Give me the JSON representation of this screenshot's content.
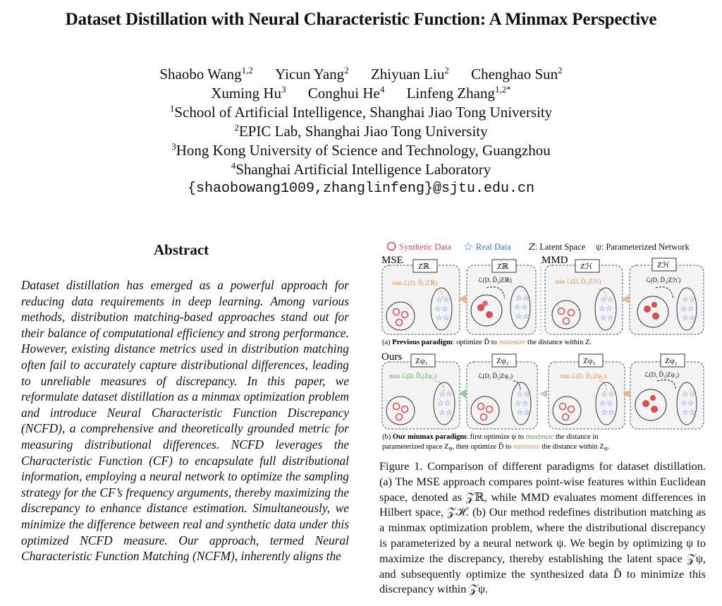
{
  "paper": {
    "title": "Dataset Distillation with Neural Characteristic Function: A Minmax Perspective",
    "authors_line1": [
      {
        "name": "Shaobo Wang",
        "sup": "1,2"
      },
      {
        "name": "Yicun Yang",
        "sup": "2"
      },
      {
        "name": "Zhiyuan Liu",
        "sup": "2"
      },
      {
        "name": "Chenghao Sun",
        "sup": "2"
      }
    ],
    "authors_line2": [
      {
        "name": "Xuming Hu",
        "sup": "3"
      },
      {
        "name": "Conghui He",
        "sup": "4"
      },
      {
        "name": "Linfeng Zhang",
        "sup": "1,2*"
      }
    ],
    "affiliations": [
      {
        "sup": "1",
        "text": "School of Artificial Intelligence, Shanghai Jiao Tong University"
      },
      {
        "sup": "2",
        "text": "EPIC Lab, Shanghai Jiao Tong University"
      },
      {
        "sup": "3",
        "text": "Hong Kong University of Science and Technology, Guangzhou"
      },
      {
        "sup": "4",
        "text": "Shanghai Artificial Intelligence Laboratory"
      }
    ],
    "email": "{shaobowang1009,zhanglinfeng}@sjtu.edu.cn"
  },
  "abstract": {
    "heading": "Abstract",
    "text": "Dataset distillation has emerged as a powerful approach for reducing data requirements in deep learning. Among various methods, distribution matching-based approaches stand out for their balance of computational efficiency and strong performance. However, existing distance metrics used in distribution matching often fail to accurately capture distributional differences, leading to unreliable measures of discrepancy. In this paper, we reformulate dataset distillation as a minmax optimization problem and introduce Neural Characteristic Function Discrepancy (NCFD), a comprehensive and theoretically grounded metric for measuring distributional differences. NCFD leverages the Characteristic Function (CF) to encapsulate full distributional information, employing a neural network to optimize the sampling strategy for the CF’s frequency arguments, thereby maximizing the discrepancy to enhance distance estimation. Simultaneously, we minimize the difference between real and synthetic data under this optimized NCFD measure. Our approach, termed Neural Characteristic Function Matching (NCFM), inherently aligns the"
  },
  "figure": {
    "legend": {
      "synthetic": "Synthetic Data",
      "real": "Real Data",
      "latent": "𝑍: Latent Space",
      "param": "ψ: Parameterized Network"
    },
    "rows": {
      "mse": "MSE",
      "mmd": "MMD",
      "ours": "Ours"
    },
    "captions": {
      "a_prefix": "(a) ",
      "a_bold": "Previous paradigm",
      "a_rest1": ": optimize D̃ to ",
      "a_minimize": "minimize",
      "a_rest2": " the distance within Z.",
      "b_prefix": "(b) ",
      "b_bold": "Our minmax paradigm",
      "b_rest1": ": first optimize ψ to ",
      "b_maximize": "maximize",
      "b_rest2": " the distance in",
      "b_line2_1": "parameterized space Z",
      "b_line2_2": ", then optimize D̃ to ",
      "b_minimize": "minimize",
      "b_line2_3": " the distance within Z"
    },
    "caption_text": "Figure 1. Comparison of different paradigms for dataset distillation. (a) The MSE approach compares point-wise features within Euclidean space, denoted as 𝒵ℝ, while MMD evaluates moment differences in Hilbert space, 𝒵ℋ. (b) Our method redefines distribution matching as a minmax optimization problem, where the distributional discrepancy is parameterized by a neural network ψ. We begin by optimizing ψ to maximize the discrepancy, thereby establishing the latent space 𝒵ψ, and subsequently optimize the synthesized data D̃ to minimize this discrepancy within 𝒵ψ."
  },
  "colors": {
    "synthetic": "#e04b4b",
    "real": "#3d6fd6",
    "minimize": "#f08a3c",
    "maximize": "#46a84a",
    "panel_bg": "#f4f4f4",
    "border": "#555555"
  }
}
